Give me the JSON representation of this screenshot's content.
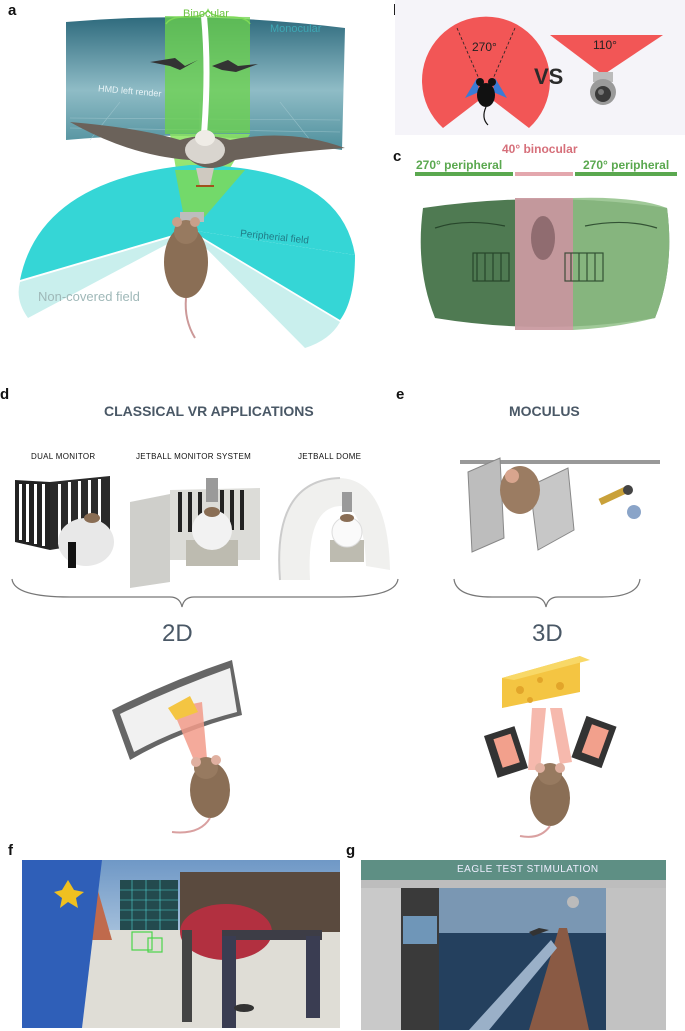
{
  "panels": {
    "a": {
      "letter": "a",
      "binocular_label": "Binocular",
      "monocular_label": "Monocular",
      "hmd_label": "HMD left render",
      "peripheral_label": "Peripherial field",
      "noncovered_label": "Non-covered field"
    },
    "b": {
      "letter": "b",
      "mouse_angle": "270°",
      "vs_label": "VS",
      "camera_angle": "110°"
    },
    "c": {
      "letter": "c",
      "binocular_label": "40° binocular",
      "peripheral_left": "270° peripheral",
      "peripheral_right": "270° peripheral"
    },
    "d": {
      "letter": "d",
      "heading": "CLASSICAL VR APPLICATIONS",
      "setups": [
        "DUAL MONITOR",
        "JETBALL MONITOR SYSTEM",
        "JETBALL DOME"
      ],
      "dimension": "2D"
    },
    "e": {
      "letter": "e",
      "heading": "MOCULUS",
      "dimension": "3D"
    },
    "f": {
      "letter": "f"
    },
    "g": {
      "letter": "g",
      "title": "EAGLE TEST STIMULATION"
    }
  },
  "colors": {
    "binocular_green": "#7ed957",
    "peripheral_cyan": "#35d6d6",
    "noncovered": "#c9efed",
    "monocular_teal": "#3e8c99",
    "fov_red": "#f25656",
    "heading_slate": "#4a5866",
    "label_cyan": "#3bb3c0",
    "binocular_pink": "#e3a7ad",
    "peripheral_text_green": "#5aa84f"
  }
}
